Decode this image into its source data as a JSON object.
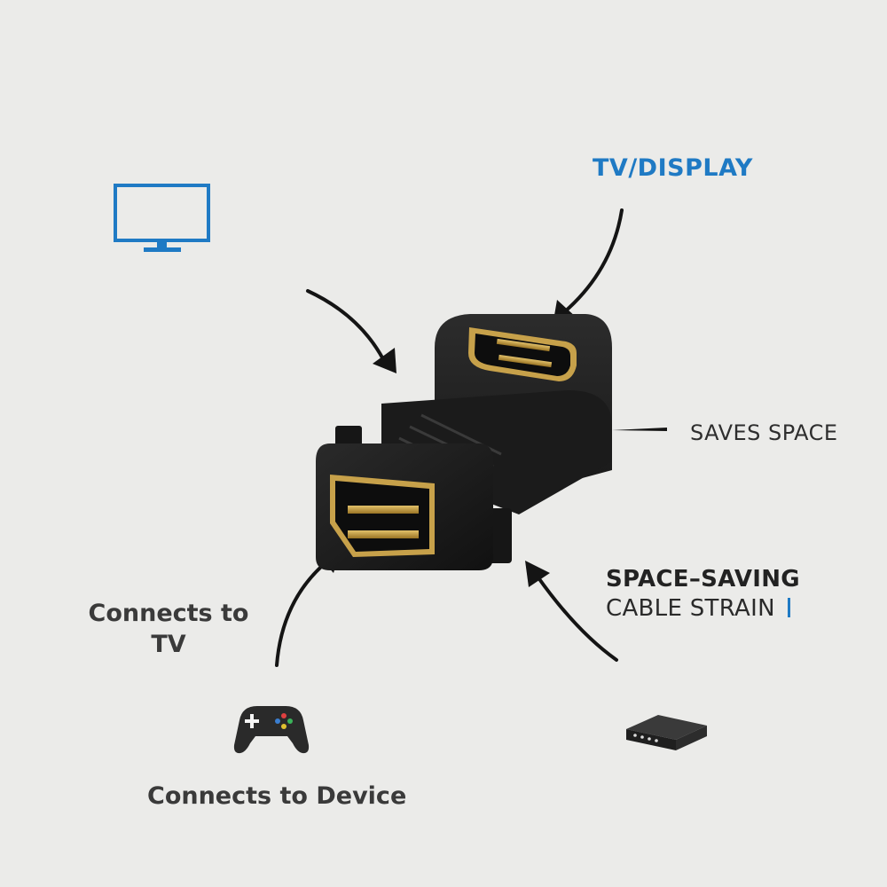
{
  "colors": {
    "background": "#ebebe9",
    "accent_blue": "#1f7ac4",
    "arrow": "#141414",
    "adapter_body": "#1d1d1d",
    "connector_gold": "#c7a14a"
  },
  "labels": {
    "tv_display": "TV/DISPLAY",
    "saves_space": "SAVES SPACE",
    "space_saving": "SPACE–SAVING",
    "cable_strain": "CABLE STRAIN",
    "connects_to_tv": "Connects to TV",
    "connects_to_device": "Connects to Device"
  },
  "icons": {
    "tv": "monitor-icon",
    "controller": "game-controller-icon",
    "box": "media-box-icon"
  },
  "product": "90-degree HDMI female-to-female adapter"
}
